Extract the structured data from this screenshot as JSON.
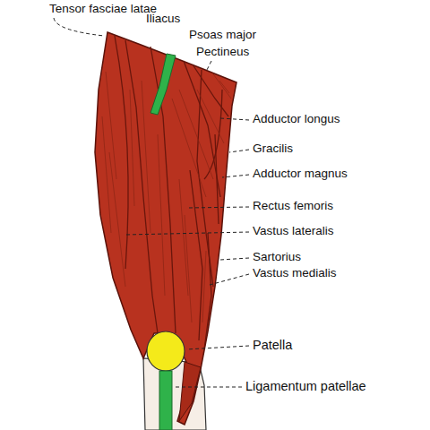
{
  "diagram": {
    "labels": [
      "Tensor fasciae latae",
      "Iliacus",
      "Psoas major",
      "Pectineus",
      "Adductor longus",
      "Gracilis",
      "Adductor magnus",
      "Rectus femoris",
      "Vastus lateralis",
      "Sartorius",
      "Vastus medialis",
      "Patella",
      "Ligamentum patellae"
    ]
  }
}
